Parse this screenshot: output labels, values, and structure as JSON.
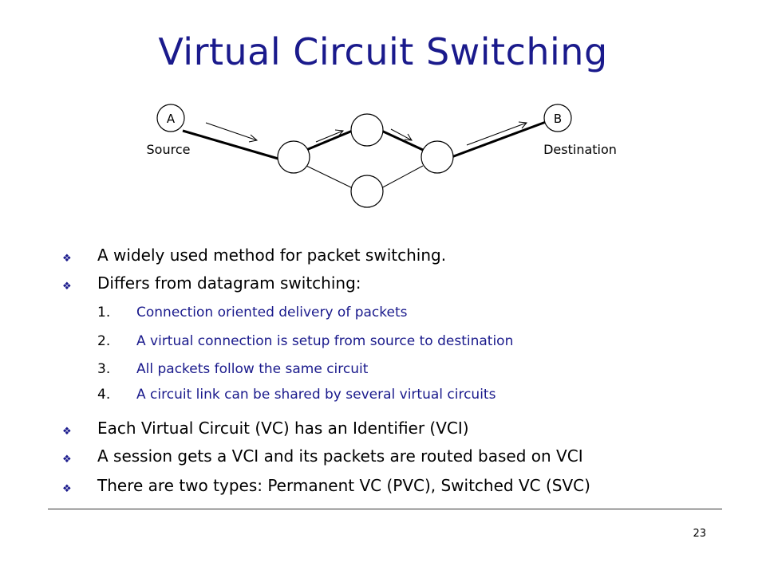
{
  "slide": {
    "title": "Virtual Circuit Switching",
    "page_number": "23"
  },
  "diagram": {
    "node_a_label": "A",
    "node_b_label": "B",
    "source_label": "Source",
    "destination_label": "Destination"
  },
  "bullets": {
    "b1": "A widely used method for packet switching.",
    "b2": "Differs from datagram switching:",
    "sub": [
      {
        "num": "1.",
        "text": "Connection oriented delivery of packets"
      },
      {
        "num": "2.",
        "text": "A virtual connection is setup from source to destination"
      },
      {
        "num": "3.",
        "text": "All packets follow the same circuit"
      },
      {
        "num": "4.",
        "text": "A circuit link can be shared by several virtual circuits"
      }
    ],
    "b3": "Each Virtual Circuit (VC) has an Identifier (VCI)",
    "b4": "A session gets a VCI and its packets are routed based on VCI",
    "b5": "There are two types: Permanent VC (PVC), Switched VC (SVC)",
    "marker": "❖"
  }
}
